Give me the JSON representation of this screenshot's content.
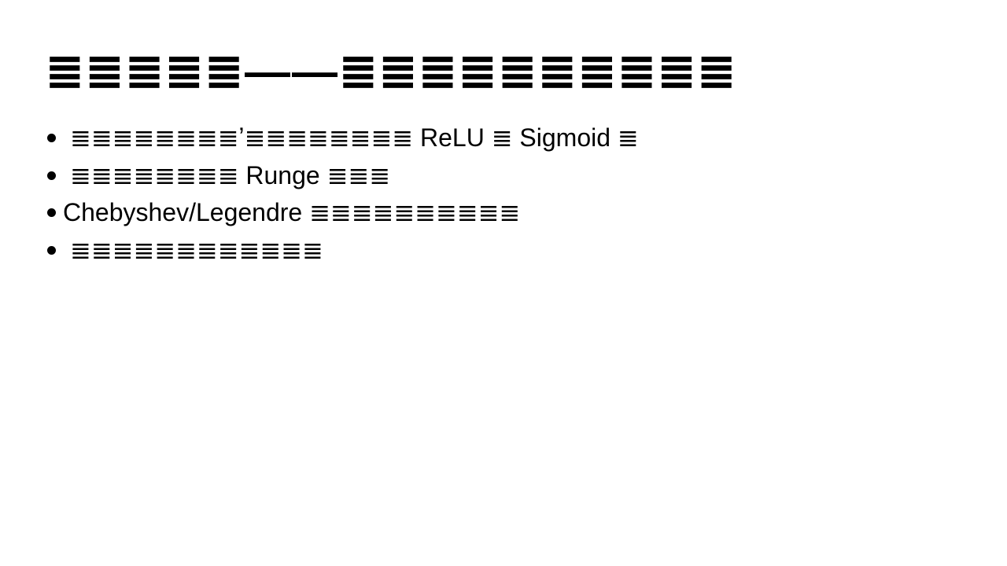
{
  "slide": {
    "title": "≣≣≣≣≣——≣≣≣≣≣≣≣≣≣≣",
    "bullets": [
      "≣≣≣≣≣≣≣≣ʼ≣≣≣≣≣≣≣≣  ReLU ≣ Sigmoid ≣",
      "≣≣≣≣≣≣≣≣ Runge ≣≣≣",
      "Chebyshev/Legendre ≣≣≣≣≣≣≣≣≣≣",
      "≣≣≣≣≣≣≣≣≣≣≣≣"
    ]
  }
}
